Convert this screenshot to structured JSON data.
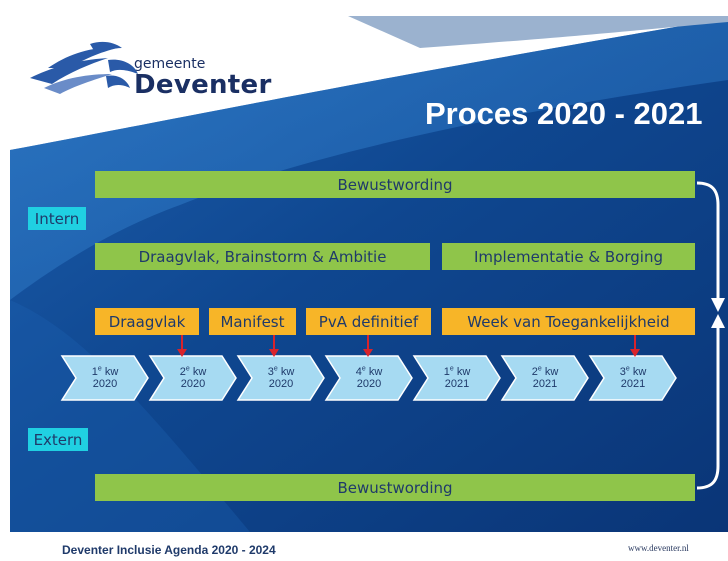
{
  "logo": {
    "sub": "gemeente",
    "main": "Deventer"
  },
  "title": "Proces 2020 - 2021",
  "lanes": {
    "intern": "Intern",
    "extern": "Extern"
  },
  "bars": {
    "top": "Bewustwording",
    "bottom": "Bewustwording",
    "draagvlak_brainstorm": "Draagvlak, Brainstorm & Ambitie",
    "implementatie": "Implementatie & Borging"
  },
  "milestones": [
    "Draagvlak",
    "Manifest",
    "PvA definitief",
    "Week van Toegankelijkheid"
  ],
  "quarters": [
    {
      "num": "1",
      "sup": "e",
      "unit": "kw",
      "year": "2020"
    },
    {
      "num": "2",
      "sup": "e",
      "unit": "kw",
      "year": "2020"
    },
    {
      "num": "3",
      "sup": "e",
      "unit": "kw",
      "year": "2020"
    },
    {
      "num": "4",
      "sup": "e",
      "unit": "kw",
      "year": "2020"
    },
    {
      "num": "1",
      "sup": "e",
      "unit": "kw",
      "year": "2021"
    },
    {
      "num": "2",
      "sup": "e",
      "unit": "kw",
      "year": "2021"
    },
    {
      "num": "3",
      "sup": "e",
      "unit": "kw",
      "year": "2021"
    }
  ],
  "footer": {
    "left": "Deventer Inclusie Agenda 2020 - 2024",
    "right": "www.deventer.nl"
  },
  "colors": {
    "background_dark": "#0f3f86",
    "bar_green": "#8fc54a",
    "lane_cyan": "#20d0e2",
    "milestone_orange": "#f7b528",
    "arrow_red": "#d9232b",
    "chevron": "#a6daf2"
  }
}
